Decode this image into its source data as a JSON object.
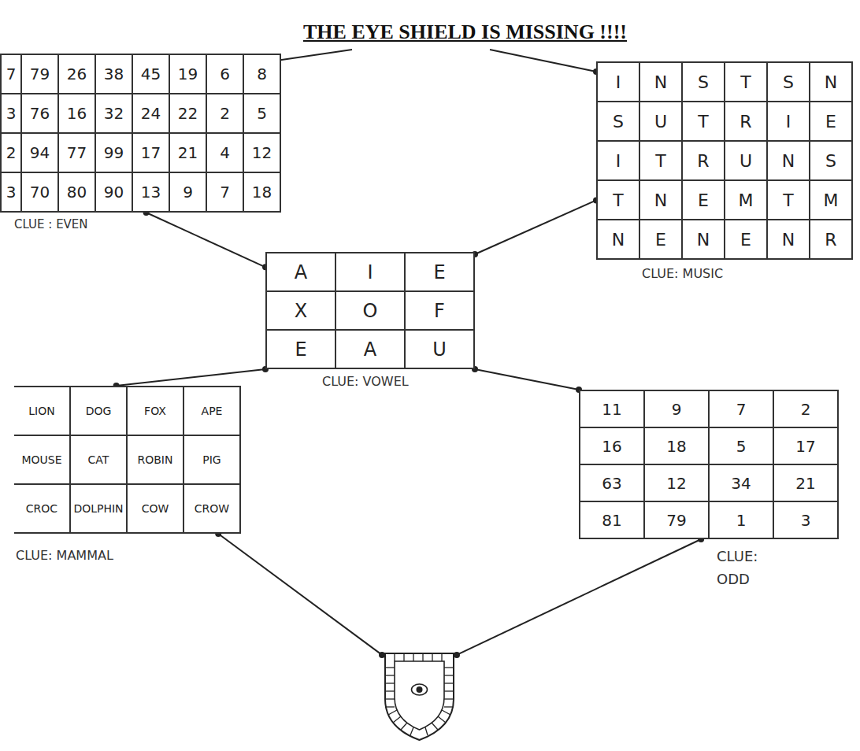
{
  "diagram": {
    "title": "THE EYE SHIELD IS MISSING !!!!",
    "nodes": [
      {
        "text": [
          "7",
          "79",
          "26",
          "38",
          "45",
          "19",
          "6",
          "8",
          "3",
          "76",
          "16",
          "32",
          "24",
          "22",
          "2",
          "5",
          "2",
          "94",
          "77",
          "99",
          "17",
          "21",
          "4",
          "12",
          "3",
          "70",
          "80",
          "90",
          "13",
          "9",
          "7",
          "18",
          "CLUE : EVEN"
        ]
      },
      {
        "text": [
          "I",
          "N",
          "S",
          "T",
          "S",
          "N",
          "S",
          "U",
          "T",
          "R",
          "I",
          "E",
          "I",
          "T",
          "R",
          "U",
          "N",
          "S",
          "T",
          "N",
          "E",
          "M",
          "T",
          "M",
          "N",
          "E",
          "N",
          "E",
          "N",
          "R",
          "CLUE: MUSIC"
        ]
      },
      {
        "text": [
          "A",
          "I",
          "E",
          "X",
          "O",
          "F",
          "E",
          "A",
          "U",
          "CLUE: VOWEL"
        ]
      },
      {
        "text": [
          "LION",
          "DOG",
          "FOX",
          "APE",
          "MOUSE",
          "CAT",
          "ROBIN",
          "PIG",
          "CROC",
          "DOLPHIN",
          "COW",
          "CROW",
          "CLUE: MAMMAL"
        ]
      },
      {
        "text": [
          "11",
          "9",
          "7",
          "2",
          "16",
          "18",
          "5",
          "17",
          "63",
          "12",
          "34",
          "21",
          "81",
          "79",
          "1",
          "3",
          "CLUE: ODD"
        ]
      },
      {
        "text": []
      }
    ],
    "edges": [
      {
        "from": 0,
        "to": 2,
        "arrow": "none"
      },
      {
        "from": 1,
        "to": 2,
        "arrow": "none"
      },
      {
        "from": 2,
        "to": 3,
        "arrow": "none"
      },
      {
        "from": 2,
        "to": 4,
        "arrow": "none"
      },
      {
        "from": 3,
        "to": 5,
        "arrow": "none"
      },
      {
        "from": 4,
        "to": 5,
        "arrow": "none"
      }
    ]
  }
}
